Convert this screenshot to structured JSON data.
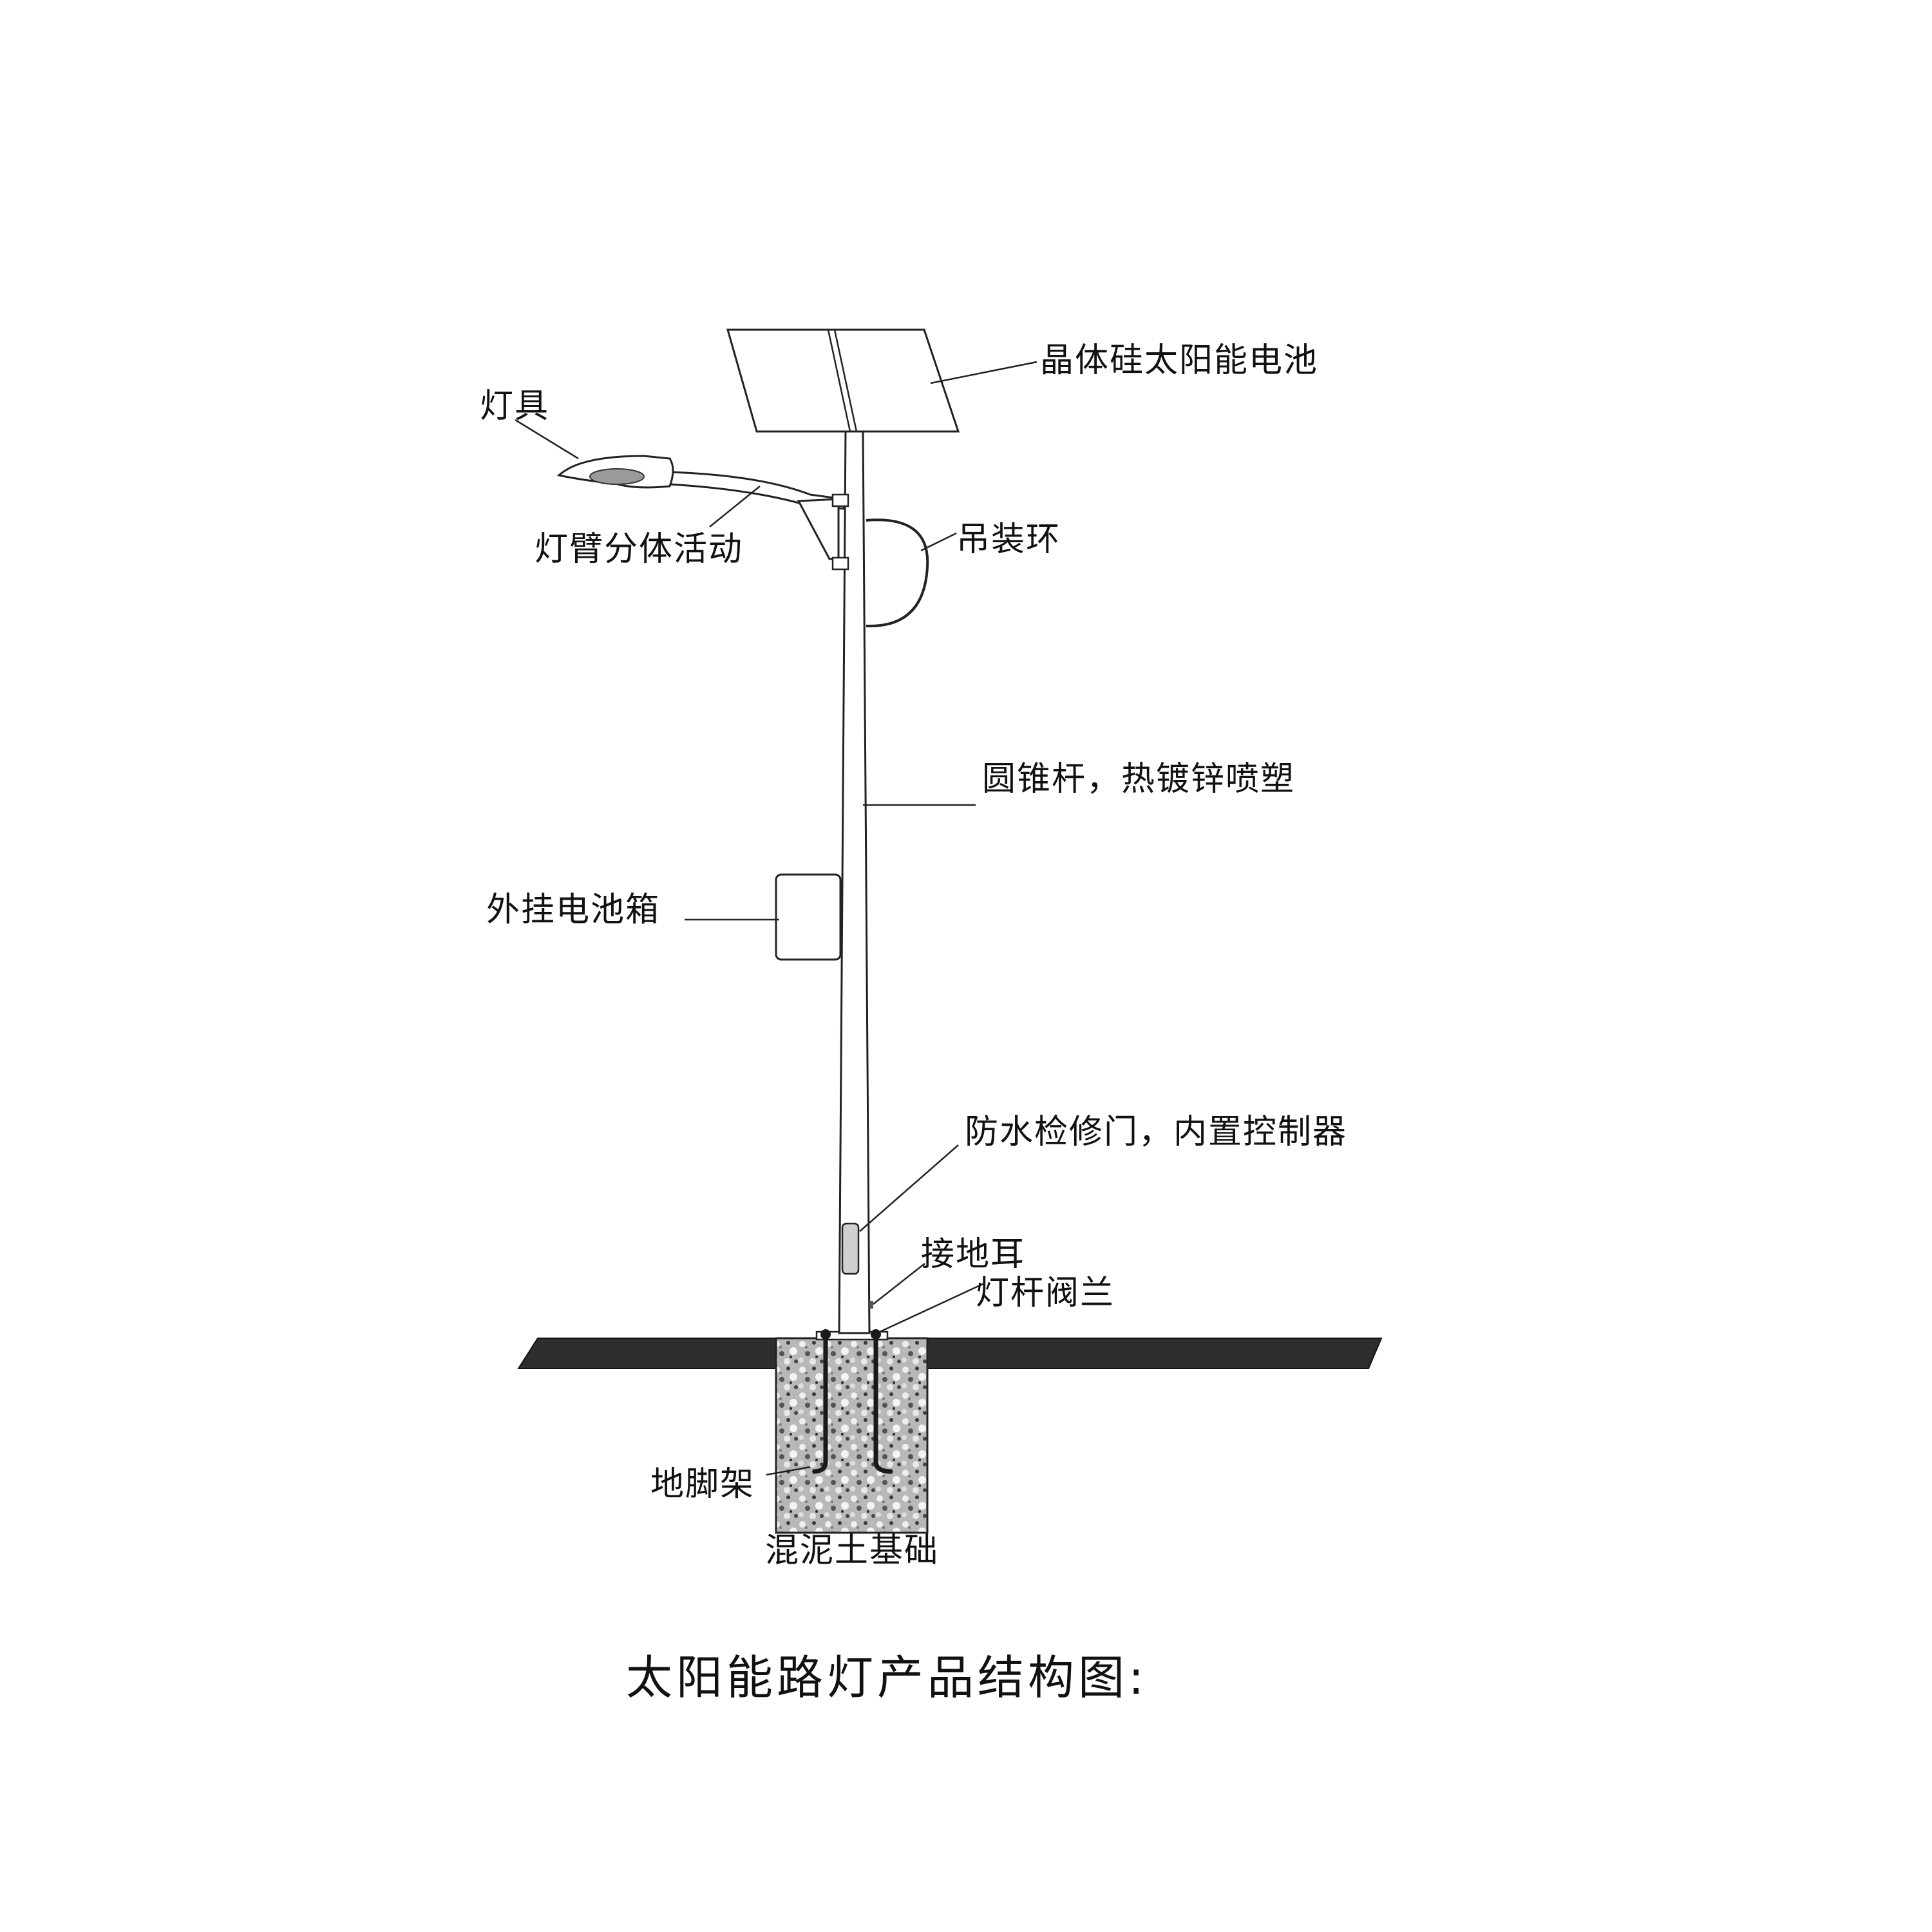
{
  "title": "太阳能路灯产品结构图:",
  "labels": {
    "solar_panel": "晶体硅太阳能电池",
    "lamp": "灯具",
    "arm": "灯臂分体活动",
    "hoist_ring": "吊装环",
    "pole": "圆锥杆，热镀锌喷塑",
    "battery_box": "外挂电池箱",
    "service_door": "防水检修门，内置控制器",
    "ground_lug": "接地耳",
    "flange": "灯杆阀兰",
    "anchor_frame": "地脚架",
    "foundation": "混泥土基础"
  }
}
